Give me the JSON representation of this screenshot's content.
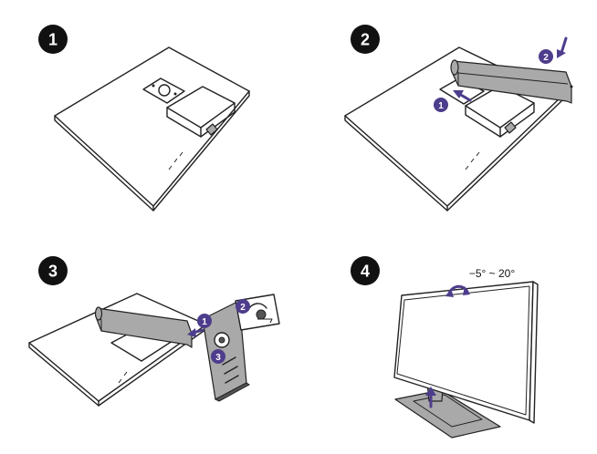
{
  "steps": [
    {
      "number": "1"
    },
    {
      "number": "2",
      "callouts": [
        "1",
        "2"
      ]
    },
    {
      "number": "3",
      "callouts": [
        "1",
        "2",
        "3"
      ]
    },
    {
      "number": "4",
      "tilt_label": "−5° ~ 20°"
    }
  ],
  "colors": {
    "step_badge": "#111111",
    "accent": "#4e3d8c",
    "stand_gray": "#a9a9a9"
  },
  "icons": [
    "arrow-icon",
    "screw-icon",
    "tilt-arrow-icon"
  ]
}
